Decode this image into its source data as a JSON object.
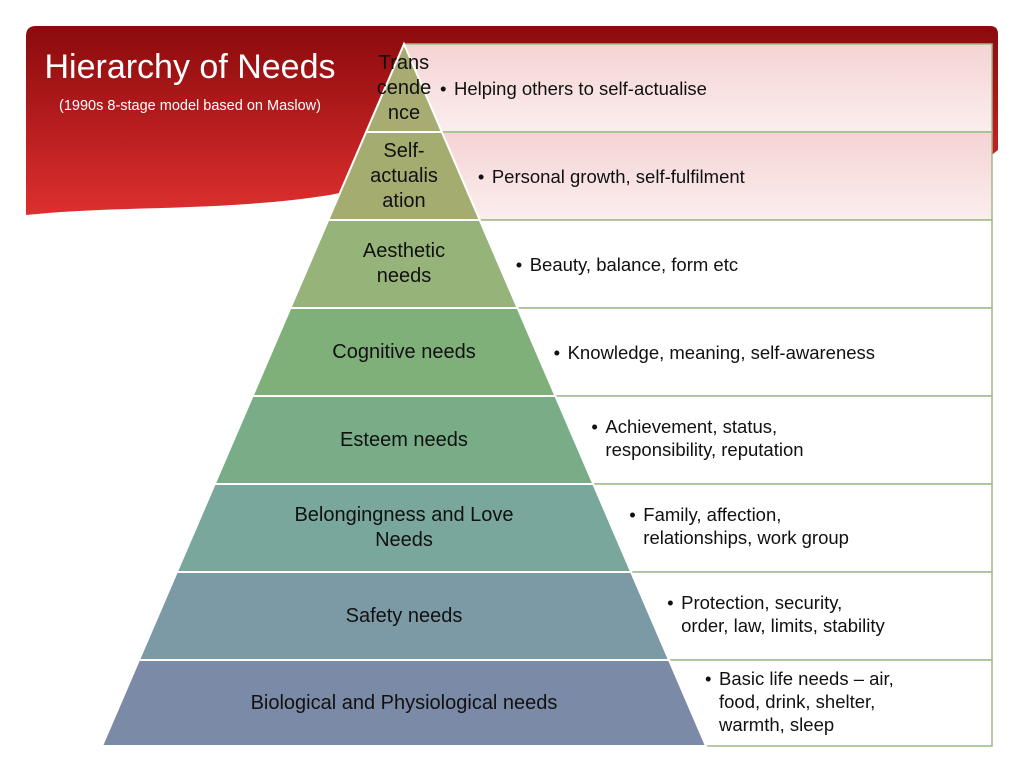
{
  "title": {
    "main": "Hierarchy of Needs",
    "subtitle": "(1990s 8-stage model based on Maslow)"
  },
  "colors": {
    "banner_dark": "#8b0a0c",
    "banner_light": "#e03030",
    "panel_pink": "#f7dada",
    "divider": "#9fb98a"
  },
  "pyramid": [
    {
      "label": "Trans cende nce",
      "lines": [
        "Trans",
        "cende",
        "nce"
      ],
      "color": "#a8ac72",
      "description": [
        "Helping others to self-actualise"
      ]
    },
    {
      "label": "Self-actualisation",
      "lines": [
        "Self-",
        "actualis",
        "ation"
      ],
      "color": "#a4ac70",
      "description": [
        "Personal growth, self-fulfilment"
      ]
    },
    {
      "label": "Aesthetic needs",
      "lines": [
        "Aesthetic",
        "needs"
      ],
      "color": "#96b37a",
      "description": [
        "Beauty, balance, form etc"
      ]
    },
    {
      "label": "Cognitive needs",
      "lines": [
        "Cognitive needs"
      ],
      "color": "#7fb07a",
      "description": [
        "Knowledge, meaning, self-awareness"
      ]
    },
    {
      "label": "Esteem needs",
      "lines": [
        "Esteem needs"
      ],
      "color": "#79ad88",
      "description": [
        "Achievement, status,",
        "responsibility, reputation"
      ]
    },
    {
      "label": "Belongingness and Love Needs",
      "lines": [
        "Belongingness and Love",
        "Needs"
      ],
      "color": "#7aa79c",
      "description": [
        "Family, affection,",
        "relationships, work group"
      ]
    },
    {
      "label": "Safety needs",
      "lines": [
        "Safety needs"
      ],
      "color": "#7b9aa6",
      "description": [
        "Protection, security,",
        "order, law, limits, stability"
      ]
    },
    {
      "label": "Biological and Physiological needs",
      "lines": [
        "Biological and Physiological needs"
      ],
      "color": "#7b8aa6",
      "description": [
        "Basic life needs – air,",
        "food, drink, shelter,",
        "warmth, sleep"
      ]
    }
  ]
}
